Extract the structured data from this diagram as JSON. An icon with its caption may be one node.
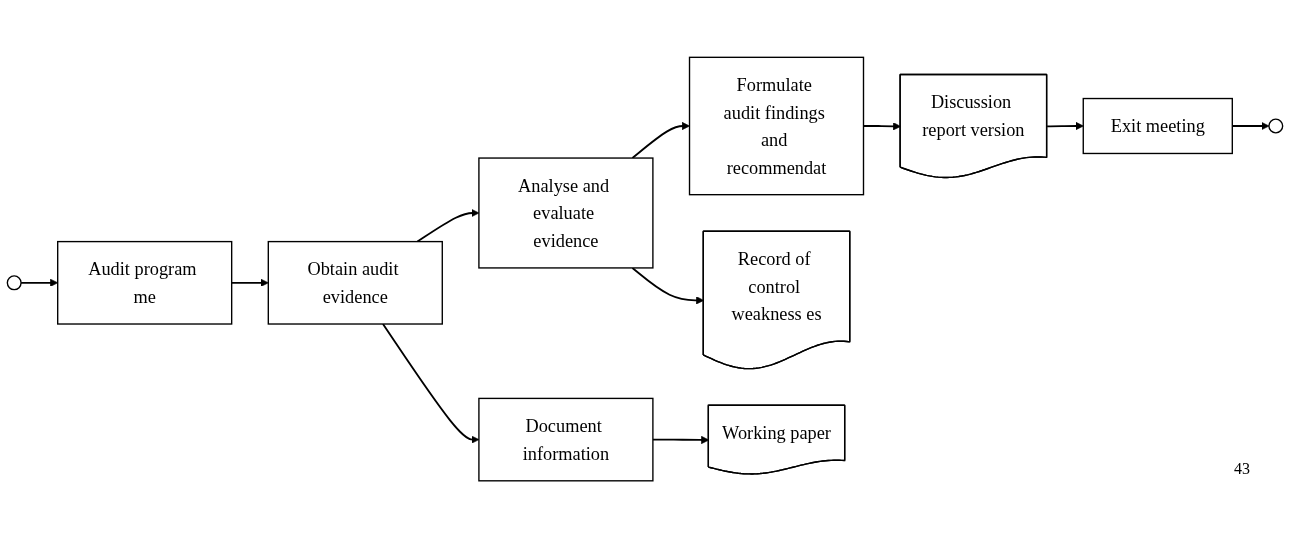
{
  "diagram": {
    "nodes": [
      {
        "text": [],
        "shape": "circle"
      },
      {
        "text": [
          "Audit program me"
        ]
      },
      {
        "text": [
          "Obtain audit evidence"
        ]
      },
      {
        "text": [
          "Analyse and evaluate evidence"
        ]
      },
      {
        "text": [
          "Formulate audit findings and recommendat"
        ]
      },
      {
        "text": [
          "Document information"
        ]
      },
      {
        "text": [
          "Record of control weakness es"
        ]
      },
      {
        "text": [
          "Discussion report version"
        ]
      },
      {
        "text": [
          "Exit meeting"
        ]
      },
      {
        "text": [],
        "shape": "circle"
      },
      {
        "text": [
          "Working paper"
        ]
      }
    ],
    "edges": [
      {
        "from": 0,
        "to": 1,
        "arrow": "to"
      },
      {
        "from": 1,
        "to": 2,
        "arrow": "to"
      },
      {
        "from": 2,
        "to": 3,
        "arrow": "to"
      },
      {
        "from": 3,
        "to": 4,
        "arrow": "to"
      },
      {
        "from": 2,
        "to": 5,
        "arrow": "to"
      },
      {
        "from": 3,
        "to": 6,
        "arrow": "to"
      },
      {
        "from": 4,
        "to": 7,
        "arrow": "to"
      },
      {
        "from": 7,
        "to": 8,
        "arrow": "to"
      },
      {
        "from": 8,
        "to": 9,
        "arrow": "to"
      },
      {
        "from": 5,
        "to": 10,
        "arrow": "to"
      }
    ],
    "labels": [
      "43"
    ]
  }
}
